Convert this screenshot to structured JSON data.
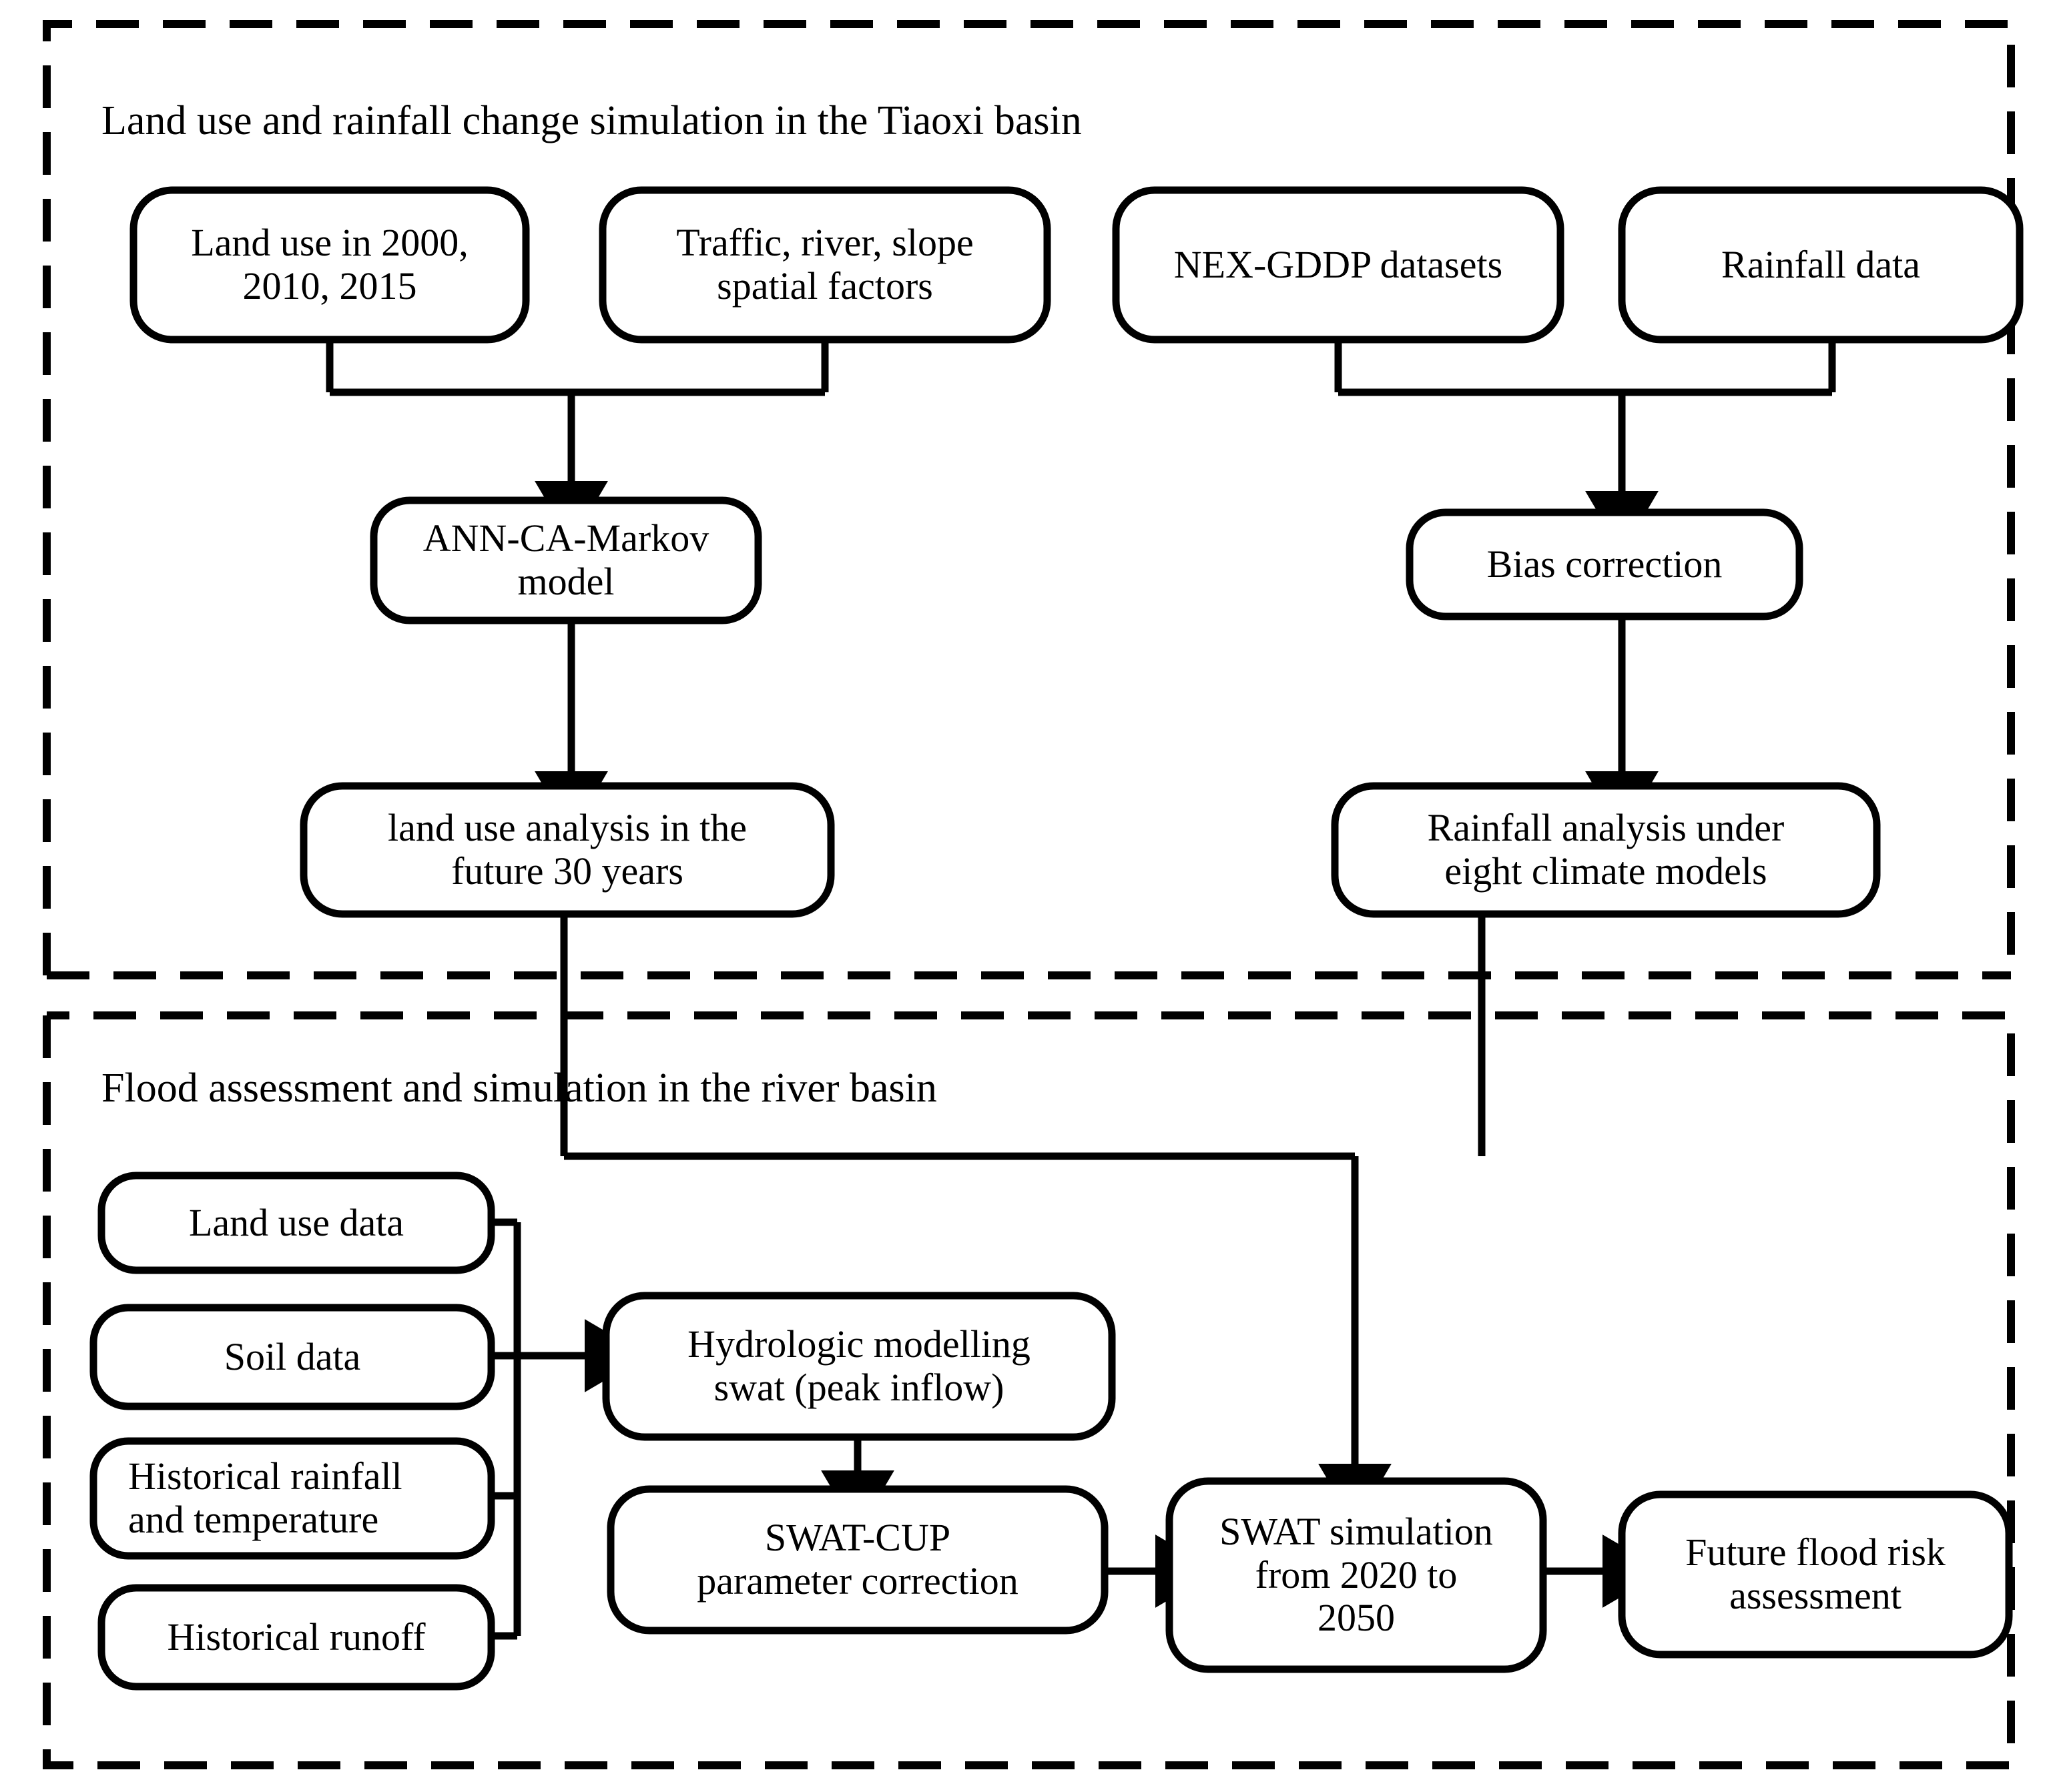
{
  "figure": {
    "type": "flowchart",
    "orientation": "top-to-bottom",
    "background": "#ffffff",
    "stroke_color": "#000000",
    "panel_border_style": "dashed"
  },
  "panels": [
    {
      "id": "upper",
      "title": "Land use and rainfall change simulation in the Tiaoxi basin"
    },
    {
      "id": "lower",
      "title": "Flood assessment and simulation in the river basin"
    }
  ],
  "nodes": {
    "land_use_years": {
      "label": "Land use in 2000,\n2010, 2015",
      "lines": [
        "Land use in 2000,",
        "2010, 2015"
      ]
    },
    "spatial_factors": {
      "label": "Traffic, river, slope\nspatial factors",
      "lines": [
        "Traffic, river, slope",
        "spatial factors"
      ]
    },
    "nex_gddp": {
      "label": "NEX-GDDP datasets",
      "lines": [
        "NEX-GDDP datasets"
      ]
    },
    "rainfall_data": {
      "label": "Rainfall data",
      "lines": [
        "Rainfall data"
      ]
    },
    "ann_ca_markov": {
      "label": "ANN-CA-Markov\nmodel",
      "lines": [
        "ANN-CA-Markov",
        "model"
      ]
    },
    "bias_correction": {
      "label": "Bias correction",
      "lines": [
        "Bias correction"
      ]
    },
    "land_use_analysis": {
      "label": "land use analysis in the\nfuture 30 years",
      "lines": [
        "land use analysis in the",
        "future 30 years"
      ]
    },
    "rainfall_analysis": {
      "label": "Rainfall analysis under\neight climate models",
      "lines": [
        "Rainfall analysis under",
        "eight climate models"
      ]
    },
    "land_use_data": {
      "label": "Land use data",
      "lines": [
        "Land use data"
      ]
    },
    "soil_data": {
      "label": "Soil data",
      "lines": [
        "Soil data"
      ]
    },
    "historical_rain_temp": {
      "label": "Historical rainfall\nand temperature",
      "lines": [
        "Historical rainfall",
        "and temperature"
      ]
    },
    "historical_runoff": {
      "label": "Historical runoff",
      "lines": [
        "Historical runoff"
      ]
    },
    "hydrologic_modelling": {
      "label": "Hydrologic modelling\nswat (peak inflow)",
      "lines": [
        "Hydrologic modelling",
        "swat (peak inflow)"
      ]
    },
    "swat_cup": {
      "label": "SWAT-CUP\nparameter correction",
      "lines": [
        "SWAT-CUP",
        "parameter correction"
      ]
    },
    "swat_simulation": {
      "label": "SWAT simulation\nfrom 2020 to\n2050",
      "lines": [
        "SWAT simulation",
        "from 2020 to",
        "2050"
      ]
    },
    "future_flood_risk": {
      "label": "Future flood risk\nassessment",
      "lines": [
        "Future flood risk",
        "assessment"
      ]
    }
  },
  "edges": [
    {
      "from": "land_use_years",
      "to": "ann_ca_markov",
      "arrow": true
    },
    {
      "from": "spatial_factors",
      "to": "ann_ca_markov",
      "arrow": true
    },
    {
      "from": "ann_ca_markov",
      "to": "land_use_analysis",
      "arrow": true
    },
    {
      "from": "nex_gddp",
      "to": "bias_correction",
      "arrow": true
    },
    {
      "from": "rainfall_data",
      "to": "bias_correction",
      "arrow": true
    },
    {
      "from": "bias_correction",
      "to": "rainfall_analysis",
      "arrow": true
    },
    {
      "from": "land_use_analysis",
      "to": "swat_simulation",
      "arrow": true
    },
    {
      "from": "rainfall_analysis",
      "to": "swat_simulation",
      "arrow": true
    },
    {
      "from": "land_use_data",
      "to": "hydrologic_modelling",
      "arrow": true
    },
    {
      "from": "soil_data",
      "to": "hydrologic_modelling",
      "arrow": true
    },
    {
      "from": "historical_rain_temp",
      "to": "hydrologic_modelling",
      "arrow": true
    },
    {
      "from": "historical_runoff",
      "to": "hydrologic_modelling",
      "arrow": true
    },
    {
      "from": "hydrologic_modelling",
      "to": "swat_cup",
      "arrow": true
    },
    {
      "from": "swat_cup",
      "to": "swat_simulation",
      "arrow": true
    },
    {
      "from": "swat_simulation",
      "to": "future_flood_risk",
      "arrow": true
    }
  ]
}
